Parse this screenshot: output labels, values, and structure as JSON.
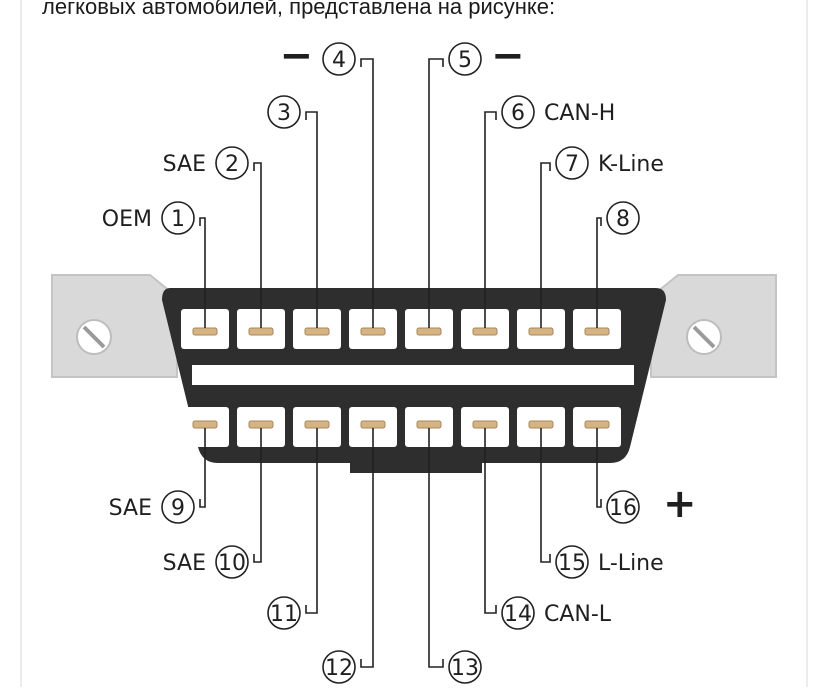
{
  "caption": "легковых автомобилей, представлена на рисунке:",
  "pins": [
    {
      "number": "1",
      "label": "OEM"
    },
    {
      "number": "2",
      "label": "SAE"
    },
    {
      "number": "3",
      "label": ""
    },
    {
      "number": "4",
      "label": "−"
    },
    {
      "number": "5",
      "label": "−"
    },
    {
      "number": "6",
      "label": "CAN-H"
    },
    {
      "number": "7",
      "label": "K-Line"
    },
    {
      "number": "8",
      "label": ""
    },
    {
      "number": "9",
      "label": "SAE"
    },
    {
      "number": "10",
      "label": "SAE"
    },
    {
      "number": "11",
      "label": ""
    },
    {
      "number": "12",
      "label": ""
    },
    {
      "number": "13",
      "label": ""
    },
    {
      "number": "14",
      "label": "CAN-L"
    },
    {
      "number": "15",
      "label": "L-Line"
    },
    {
      "number": "16",
      "label": "+"
    }
  ],
  "colors": {
    "connector_body": "#2e2e2e",
    "pin": "#d4b483",
    "mount": "#d9d9d9",
    "wire": "#222222"
  }
}
